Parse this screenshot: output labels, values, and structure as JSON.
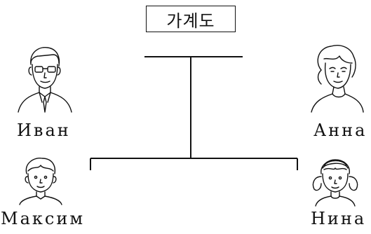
{
  "title": "가계도",
  "members": {
    "father": {
      "name": "Иван",
      "icon": "man-with-glasses-icon"
    },
    "mother": {
      "name": "Анна",
      "icon": "woman-icon"
    },
    "son": {
      "name": "Максим",
      "icon": "boy-icon"
    },
    "daughter": {
      "name": "Нина",
      "icon": "girl-with-pigtails-icon"
    }
  },
  "colors": {
    "line": "#111111",
    "background": "#ffffff"
  }
}
